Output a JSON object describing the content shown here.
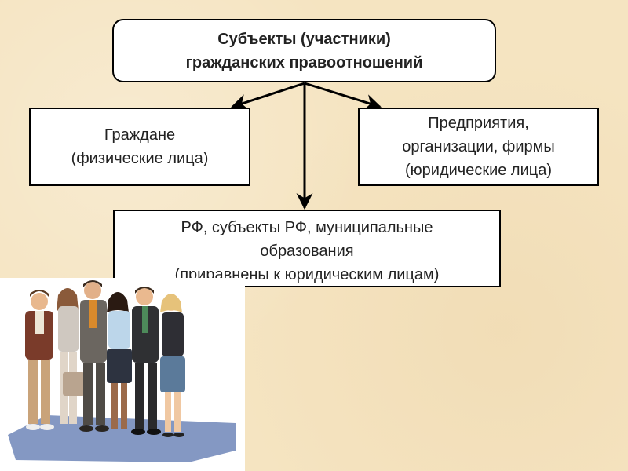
{
  "diagram": {
    "root": {
      "line1": "Субъекты (участники)",
      "line2": "гражданских правоотношений"
    },
    "citizens": {
      "line1": "Граждане",
      "line2": "(физические лица)"
    },
    "enterprises": {
      "line1": "Предприятия,",
      "line2": "организации, фирмы",
      "line3": "(юридические лица)"
    },
    "state": {
      "line1": "РФ, субъекты РФ, муниципальные",
      "line2": "образования",
      "line3": "(приравнены к юридическим лицам)"
    }
  },
  "illustration": {
    "icon": "business-people-group-illustration"
  }
}
